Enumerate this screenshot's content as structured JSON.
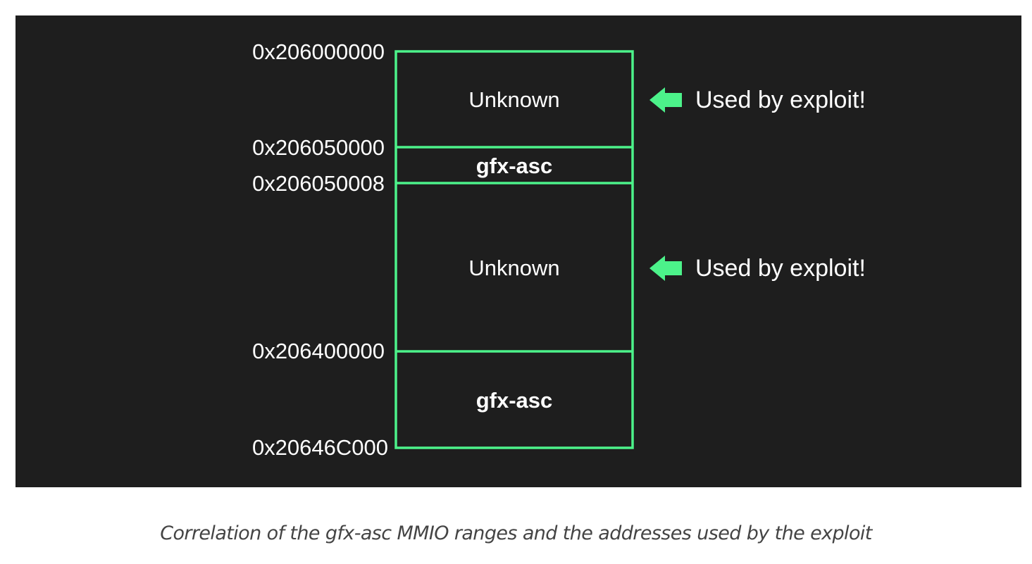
{
  "colors": {
    "background": "#1e1e1e",
    "accent": "#4cf28a",
    "text": "#ffffff",
    "caption": "#444444"
  },
  "addresses": [
    "0x206000000",
    "0x206050000",
    "0x206050008",
    "0x206400000",
    "0x20646C000"
  ],
  "regions": [
    {
      "label": "Unknown",
      "bold": false
    },
    {
      "label": "gfx-asc",
      "bold": true
    },
    {
      "label": "Unknown",
      "bold": false
    },
    {
      "label": "gfx-asc",
      "bold": true
    }
  ],
  "annotations": [
    {
      "icon": "arrow-left-icon",
      "text": "Used by exploit!"
    },
    {
      "icon": "arrow-left-icon",
      "text": "Used by exploit!"
    }
  ],
  "caption": "Correlation of the gfx-asc MMIO ranges and the addresses used by the exploit"
}
